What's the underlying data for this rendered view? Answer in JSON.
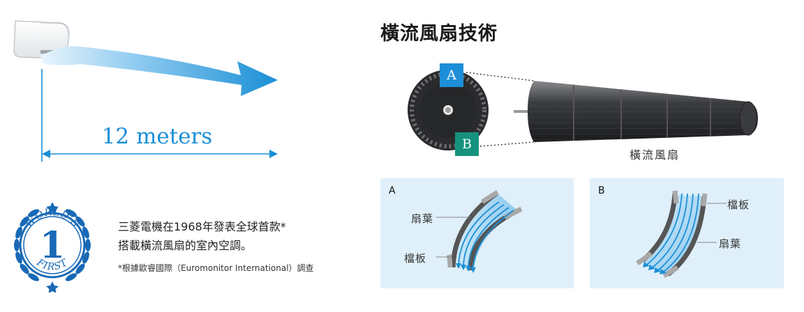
{
  "airflow": {
    "distance_label": "12 meters"
  },
  "cross_flow": {
    "title": "橫流風扇技術",
    "badge_a": "A",
    "badge_b": "B",
    "fan_caption": "橫流風扇"
  },
  "panel_a": {
    "label": "A",
    "blade_label": "扇葉",
    "baffle_label": "檔板"
  },
  "panel_b": {
    "label": "B",
    "baffle_label": "檔板",
    "blade_label": "扇葉"
  },
  "worlds_first": {
    "description_line1": "三菱電機在1968年發表全球首款*",
    "description_line2": "搭載橫流風扇的室內空調。",
    "footnote": "*根據歐睿國際（Euromonitor International）調查",
    "seal_top_text": "WORLD'S",
    "seal_number": "1",
    "seal_bottom_text": "FIRST"
  },
  "colors": {
    "accent_blue": "#1a8fd6",
    "badge_a": "#1d8fd8",
    "badge_b": "#16927e",
    "panel_bg": "#dff0fa",
    "seal_blue": "#1869b6"
  }
}
